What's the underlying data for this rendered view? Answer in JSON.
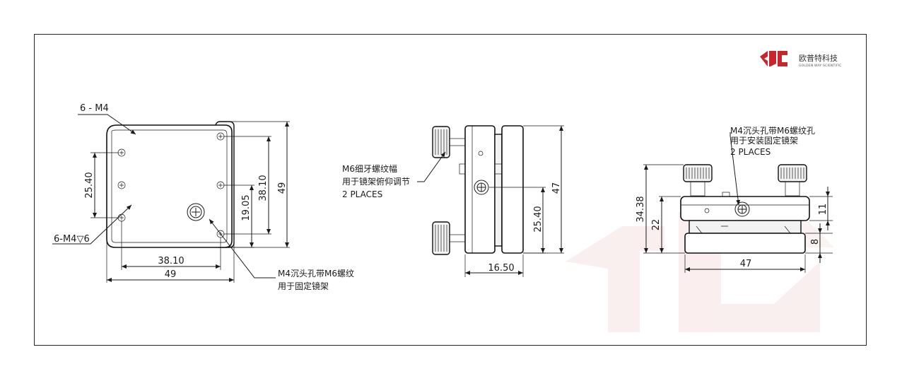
{
  "brand": {
    "name": "欧普特科技",
    "subtitle": "GOLDEN WAY SCIENTIFIC",
    "color": "#c8262c",
    "watermark_color": "#f3dede"
  },
  "front_view": {
    "label_top_holes": "6 - M4",
    "label_counterbore": "6-M4▽6",
    "dim_25_40": "25.40",
    "dim_19_05": "19.05",
    "dim_38_10_v": "38.10",
    "dim_49_v": "49",
    "dim_38_10_h": "38.10",
    "dim_49_h": "49",
    "note_line1": "M4沉头孔带M6螺纹",
    "note_line2": "用于固定镜架"
  },
  "side_view": {
    "note_line1": "M6细牙螺纹幅",
    "note_line2": "用于镜架俯仰调节",
    "note_line3": "2 PLACES",
    "dim_47": "47",
    "dim_25_40": "25.40",
    "dim_16_50": "16.50"
  },
  "top_view": {
    "note_line1": "M4沉头孔带M6螺纹孔",
    "note_line2": "用于安装固定镜架",
    "note_line3": "2 PLACES",
    "dim_34_38": "34.38",
    "dim_22": "22",
    "dim_11": "11",
    "dim_8": "8",
    "dim_47": "47"
  }
}
